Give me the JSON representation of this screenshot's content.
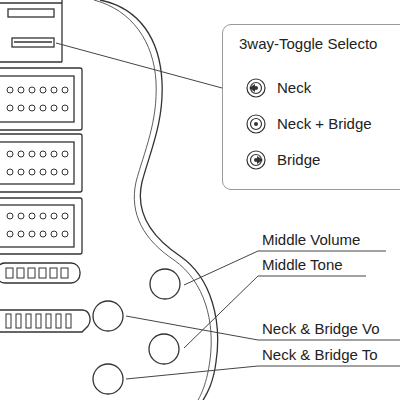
{
  "diagram": {
    "nodes": [
      {
        "text": [
          "3way-Toggle Selecto"
        ]
      }
    ],
    "labels": [
      "Middle Volume",
      "Middle Tone",
      "Neck & Bridge Vo",
      "Neck & Bridge To"
    ],
    "legend": [
      {
        "text": "Neck"
      },
      {
        "text": "Neck + Bridge"
      },
      {
        "text": "Bridge"
      }
    ]
  }
}
